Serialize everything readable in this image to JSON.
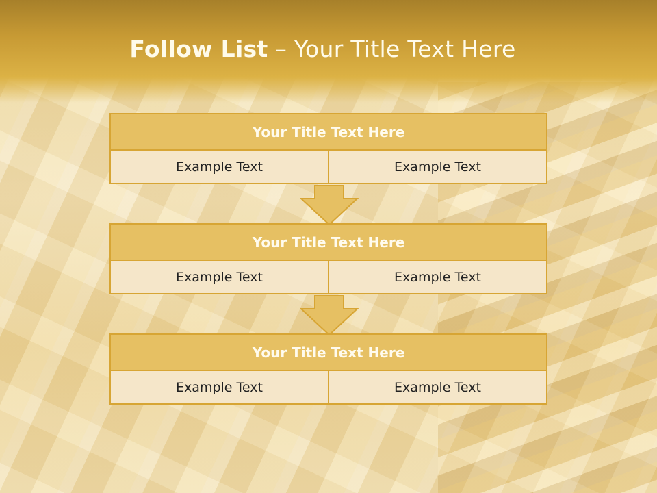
{
  "slide": {
    "title_bold": "Follow List",
    "title_rest": "– Your Title Text Here"
  },
  "steps": [
    {
      "title": "Your Title Text Here",
      "left": "Example Text",
      "right": "Example Text"
    },
    {
      "title": "Your Title Text Here",
      "left": "Example Text",
      "right": "Example Text"
    },
    {
      "title": "Your Title Text Here",
      "left": "Example Text",
      "right": "Example Text"
    }
  ],
  "colors": {
    "banner": "#c79a34",
    "box_header": "#e6c063",
    "box_border": "#d7a534",
    "cell_bg": "#f5e6c9",
    "header_text": "#fffbee"
  },
  "icons": [
    "down-arrow-icon",
    "down-arrow-icon"
  ]
}
